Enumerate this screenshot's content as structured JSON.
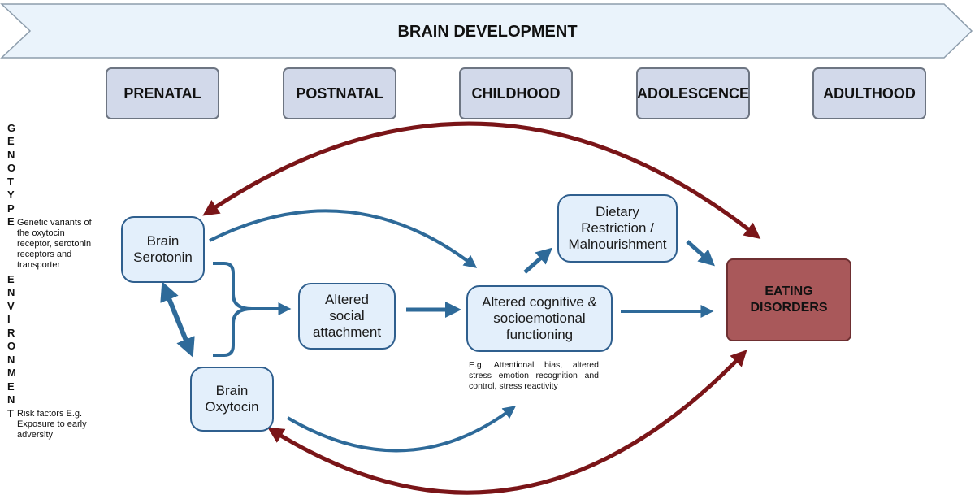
{
  "title": "BRAIN DEVELOPMENT",
  "stages": [
    "PRENATAL",
    "POSTNATAL",
    "CHILDHOOD",
    "ADOLESCENCE",
    "ADULTHOOD"
  ],
  "genotype": {
    "word": "GENOTYPE",
    "letters": [
      "G",
      "E",
      "N",
      "O",
      "T",
      "Y",
      "P",
      "E"
    ],
    "note": "Genetic variants of the oxytocin receptor, serotonin receptors and transporter"
  },
  "environment": {
    "word": "ENVIRONMENT",
    "letters": [
      "E",
      "N",
      "V",
      "I",
      "R",
      "O",
      "N",
      "M",
      "E",
      "N",
      "T"
    ],
    "note": "Risk factors E.g. Exposure to early adversity"
  },
  "nodes": {
    "brain_serotonin": "Brain\nSerotonin",
    "brain_oxytocin": "Brain\nOxytocin",
    "altered_social_attachment": "Altered\nsocial\nattachment",
    "altered_cognitive": "Altered cognitive &\nsocioemotional\nfunctioning",
    "dietary_restriction": "Dietary\nRestriction /\nMalnourishment",
    "eating_disorders": "EATING\nDISORDERS"
  },
  "cognitive_example": "E.g. Attentional bias, altered stress emotion recognition and control, stress reactivity",
  "colors": {
    "blue_arrow": "#2e6a99",
    "red_arrow": "#7a1518",
    "node_fill": "#e3effb",
    "node_border": "#2f5f8e",
    "stage_fill": "#d2d9ea",
    "eating_disorders_fill": "#a9585a"
  }
}
